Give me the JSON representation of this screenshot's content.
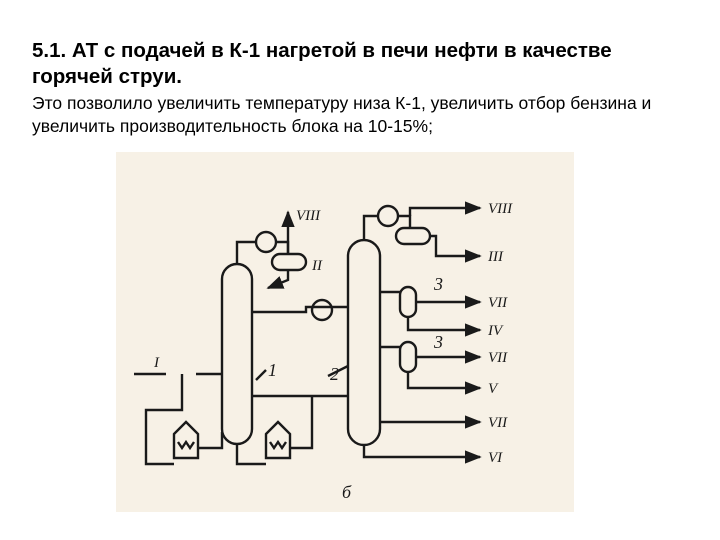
{
  "slide": {
    "title": "5.1. АТ с подачей в К-1 нагретой в печи нефти в качестве горячей струи.",
    "text": "Это позволило увеличить температуру низа К-1, увеличить отбор бензина и увеличить производительность блока на 10-15%;"
  },
  "diagram": {
    "background": "#f7f1e6",
    "line_color": "#1a1a1a",
    "labels": {
      "feed": "I",
      "gas_out_k1": "VIII",
      "gasoline_k1": "II",
      "column_1": "1",
      "column_2": "2",
      "gas_out_k2": "VIII",
      "gasoline_k2": "III",
      "stripper_3a": "3",
      "stripper_3b": "3",
      "side_1": "VII",
      "side_2": "IV",
      "side_3": "VII",
      "side_4": "V",
      "side_5": "VII",
      "bottoms": "VI",
      "bottom_mark": "б"
    }
  }
}
